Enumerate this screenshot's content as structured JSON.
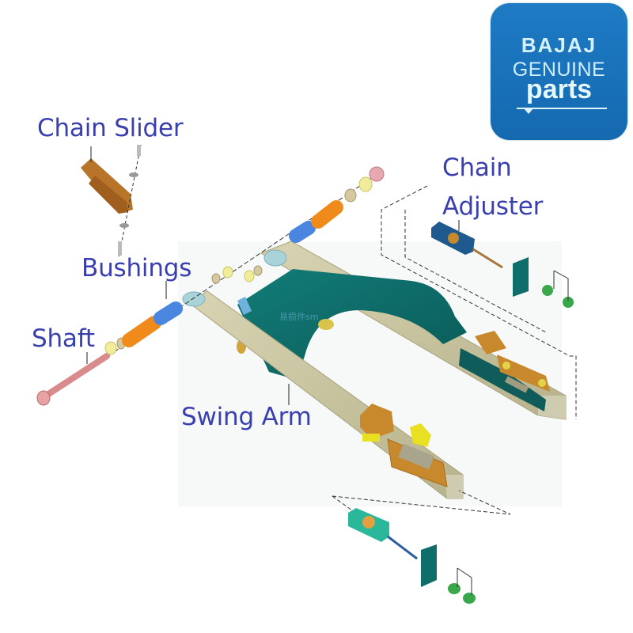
{
  "logo": {
    "brand": "BAJAJ",
    "line1": "GENUINE",
    "line2": "parts",
    "background_color": "#1a72bb",
    "text_color": "#d6f1fb"
  },
  "labels": {
    "chain_slider": "Chain Slider",
    "chain_adjuster_line1": "Chain",
    "chain_adjuster_line2": "Adjuster",
    "bushings": "Bushings",
    "shaft": "Shaft",
    "swing_arm": "Swing Arm",
    "label_color": "#3a3fb0"
  },
  "watermark": "易损件sm",
  "colors": {
    "swing_arm_tube": "#c9c4a0",
    "cross_member": "#0f6e6a",
    "bushing_blue": "#4a86e0",
    "bushing_orange": "#f08a1a",
    "shaft_pink": "#d98a8a",
    "chain_slider_brown": "#b8752a",
    "washer_yellow": "#e8e48a",
    "adjuster_blue": "#1e5a8e",
    "adjuster_teal": "#2bb89a",
    "nut_green": "#3aa84a",
    "bracket_gold": "#c8882c"
  }
}
